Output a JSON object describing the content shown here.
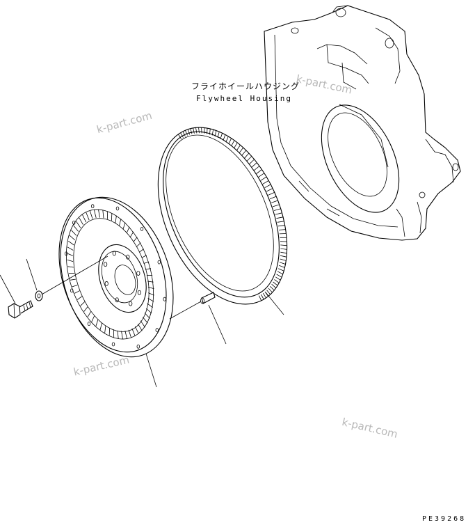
{
  "labels": {
    "housing_jp": "フライホイールハウジング",
    "housing_en": "Flywheel Housing"
  },
  "drawing_number": "PE39268",
  "watermark": "k-part.com",
  "colors": {
    "line": "#000000",
    "watermark": "#b8b8b8",
    "background": "#ffffff"
  }
}
